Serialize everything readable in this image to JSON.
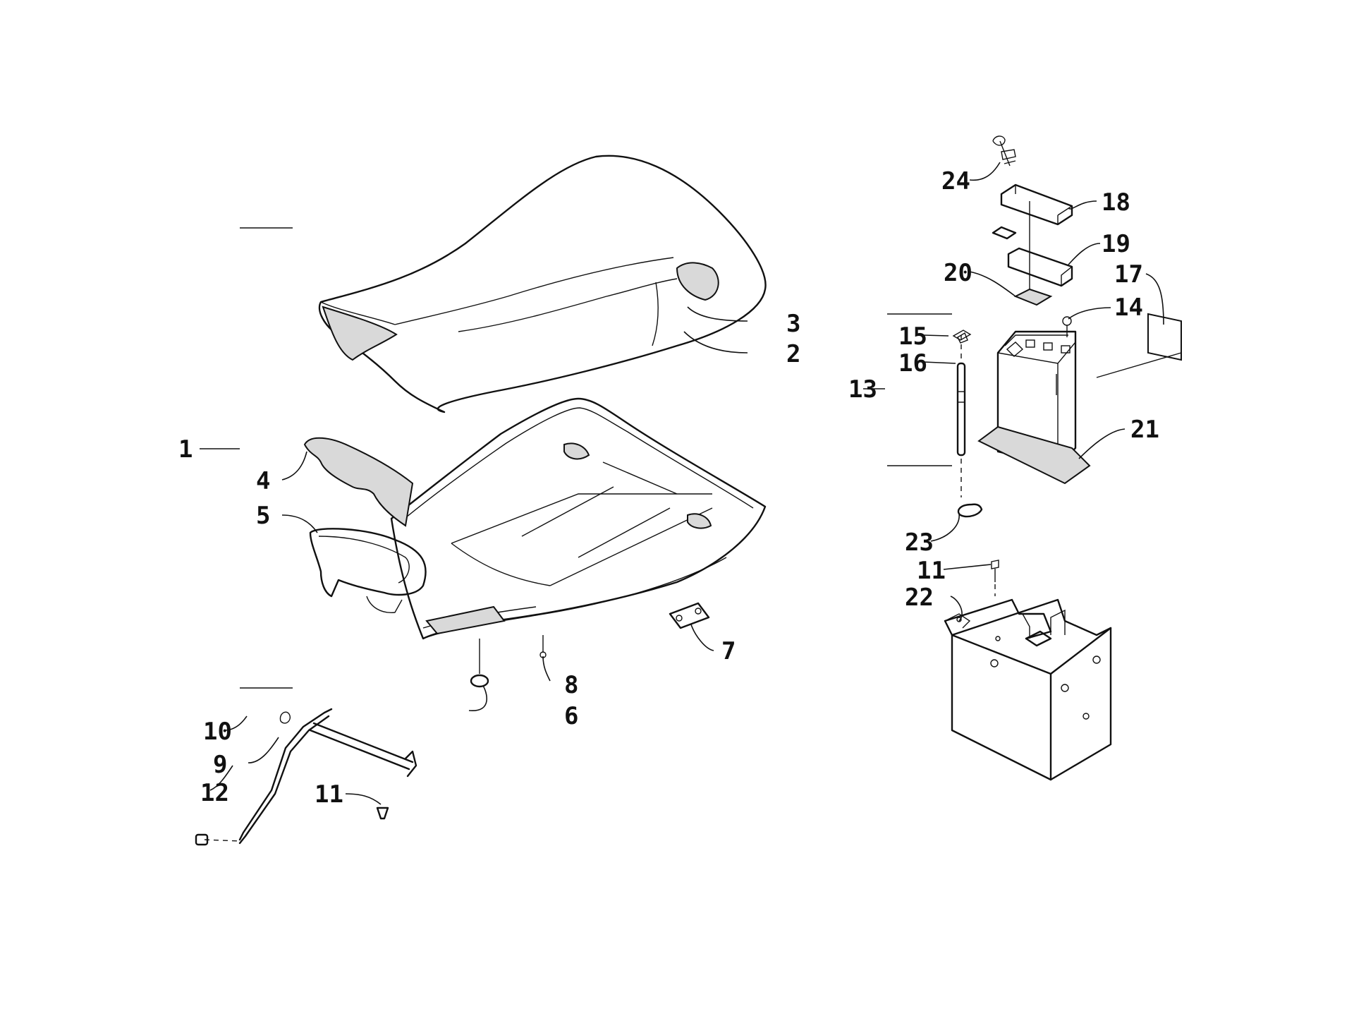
{
  "callouts": {
    "c1": "1",
    "c2": "2",
    "c3": "3",
    "c4": "4",
    "c5": "5",
    "c6": "6",
    "c7": "7",
    "c8": "8",
    "c9": "9",
    "c10": "10",
    "c11a": "11",
    "c11b": "11",
    "c12": "12",
    "c13": "13",
    "c14": "14",
    "c15": "15",
    "c16": "16",
    "c17": "17",
    "c18": "18",
    "c19": "19",
    "c20": "20",
    "c21": "21",
    "c22": "22",
    "c23": "23",
    "c24": "24"
  },
  "colors": {
    "line": "#111111",
    "background": "#ffffff",
    "foam": "#d9d9d9"
  }
}
